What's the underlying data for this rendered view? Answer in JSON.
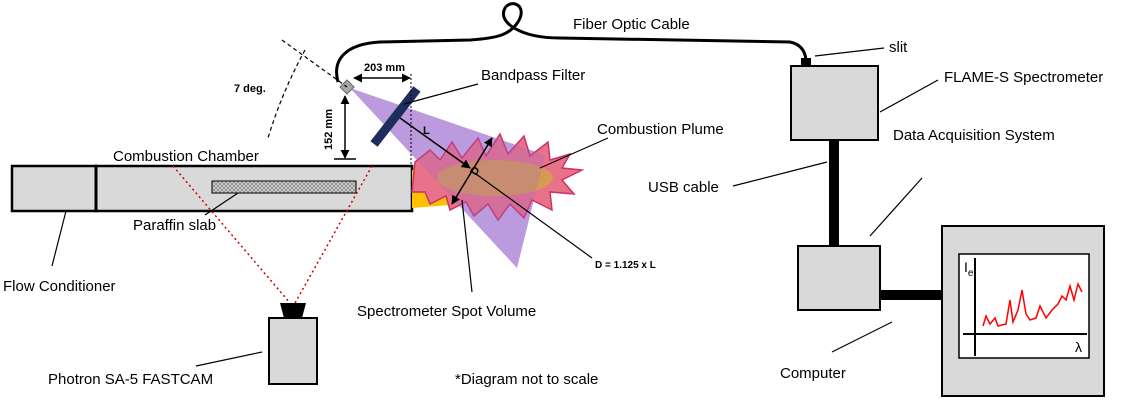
{
  "colors": {
    "box_fill": "#d9d9d9",
    "outline": "#000000",
    "plume_outer": "#e8728a",
    "plume_mid": "#cc3366",
    "plume_core": "#d4a04a",
    "flame_yellow": "#ffc000",
    "view_cone": "#9966cc",
    "filter": "#1f2d5c",
    "sight_red": "#cc0000",
    "spectrum_red": "#ff0000"
  },
  "labels": {
    "fiber": "Fiber Optic Cable",
    "slit": "slit",
    "spectrometer": "FLAME-S Spectrometer",
    "daq": "Data Acquisition System",
    "usb": "USB cable",
    "bandpass": "Bandpass Filter",
    "plume": "Combustion Plume",
    "chamber": "Combustion Chamber",
    "paraffin": "Paraffin slab",
    "flow": "Flow Conditioner",
    "camera": "Photron SA-5 FASTCAM",
    "spot": "Spectrometer Spot Volume",
    "note": "*Diagram not to scale",
    "computer": "Computer",
    "angle": "7 deg.",
    "dim_horiz": "203 mm",
    "dim_vert": "152 mm",
    "len_l": "L",
    "len_d": "D",
    "formula": "D = 1.125 x L",
    "intensity_axis": "I",
    "intensity_sub": "e",
    "wavelength_axis": "λ"
  }
}
